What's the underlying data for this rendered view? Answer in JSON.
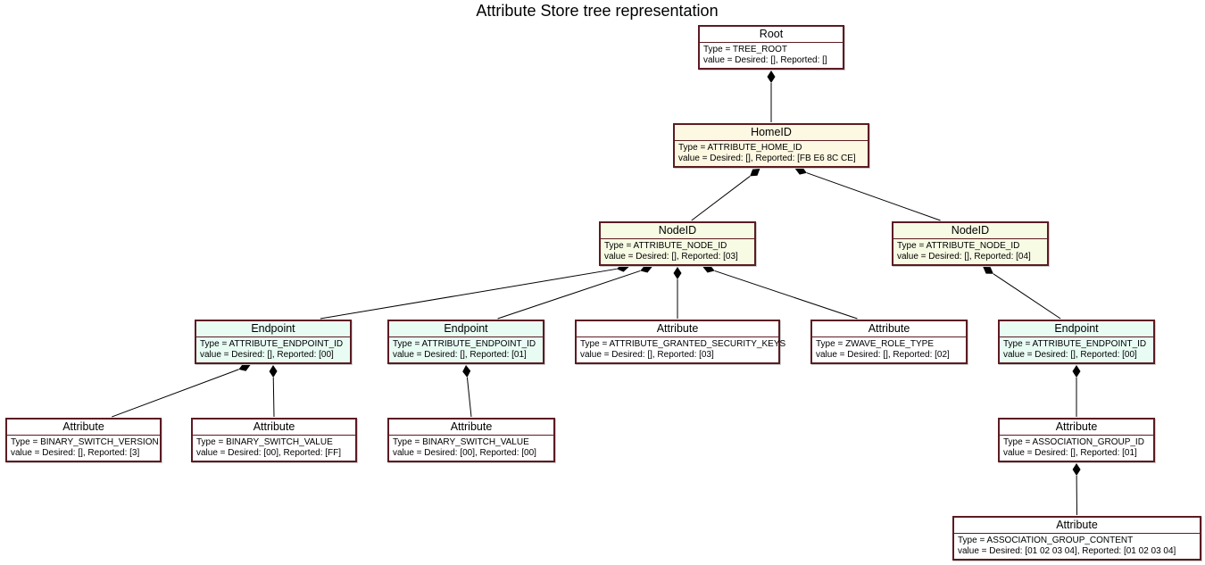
{
  "title": "Attribute Store tree representation",
  "nodes": {
    "root": {
      "name": "Root",
      "type": "Type = TREE_ROOT",
      "value": "value = Desired: [], Reported: []"
    },
    "home": {
      "name": "HomeID",
      "type": "Type = ATTRIBUTE_HOME_ID",
      "value": "value = Desired: [], Reported: [FB E6 8C CE]"
    },
    "node3": {
      "name": "NodeID",
      "type": "Type = ATTRIBUTE_NODE_ID",
      "value": "value = Desired: [], Reported: [03]"
    },
    "node4": {
      "name": "NodeID",
      "type": "Type = ATTRIBUTE_NODE_ID",
      "value": "value = Desired: [], Reported: [04]"
    },
    "ep3_0": {
      "name": "Endpoint",
      "type": "Type = ATTRIBUTE_ENDPOINT_ID",
      "value": "value = Desired: [], Reported: [00]"
    },
    "ep3_1": {
      "name": "Endpoint",
      "type": "Type = ATTRIBUTE_ENDPOINT_ID",
      "value": "value = Desired: [], Reported: [01]"
    },
    "sec_keys": {
      "name": "Attribute",
      "type": "Type = ATTRIBUTE_GRANTED_SECURITY_KEYS",
      "value": "value = Desired: [], Reported: [03]"
    },
    "role": {
      "name": "Attribute",
      "type": "Type = ZWAVE_ROLE_TYPE",
      "value": "value = Desired: [], Reported: [02]"
    },
    "ep4_0": {
      "name": "Endpoint",
      "type": "Type = ATTRIBUTE_ENDPOINT_ID",
      "value": "value = Desired: [], Reported: [00]"
    },
    "bsv": {
      "name": "Attribute",
      "type": "Type = BINARY_SWITCH_VERSION",
      "value": "value = Desired: [], Reported: [3]"
    },
    "bsval0": {
      "name": "Attribute",
      "type": "Type = BINARY_SWITCH_VALUE",
      "value": "value = Desired: [00], Reported: [FF]"
    },
    "bsval1": {
      "name": "Attribute",
      "type": "Type = BINARY_SWITCH_VALUE",
      "value": "value = Desired: [00], Reported: [00]"
    },
    "agid": {
      "name": "Attribute",
      "type": "Type = ASSOCIATION_GROUP_ID",
      "value": "value = Desired: [], Reported: [01]"
    },
    "agc": {
      "name": "Attribute",
      "type": "Type = ASSOCIATION_GROUP_CONTENT",
      "value": "value = Desired: [01 02 03 04], Reported: [01 02 03 04]"
    }
  },
  "edges": [
    {
      "parent": "root",
      "child": "home"
    },
    {
      "parent": "home",
      "child": "node3"
    },
    {
      "parent": "home",
      "child": "node4"
    },
    {
      "parent": "node3",
      "child": "ep3_0"
    },
    {
      "parent": "node3",
      "child": "ep3_1"
    },
    {
      "parent": "node3",
      "child": "sec_keys"
    },
    {
      "parent": "node3",
      "child": "role"
    },
    {
      "parent": "node4",
      "child": "ep4_0"
    },
    {
      "parent": "ep3_0",
      "child": "bsv"
    },
    {
      "parent": "ep3_0",
      "child": "bsval0"
    },
    {
      "parent": "ep3_1",
      "child": "bsval1"
    },
    {
      "parent": "ep4_0",
      "child": "agid"
    },
    {
      "parent": "agid",
      "child": "agc"
    }
  ],
  "colors": {
    "border": "#5c1b22",
    "home_fill": "#fdf8e2",
    "nodeid_fill": "#f7fbe4",
    "endpoint_fill": "#e8fcf4",
    "attribute_fill": "#ffffff",
    "edge": "#000000"
  }
}
